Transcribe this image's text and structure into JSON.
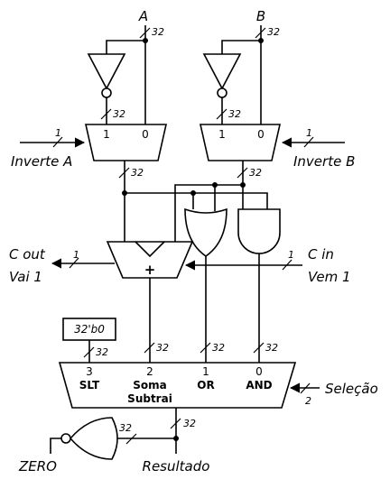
{
  "inputs": {
    "a": "A",
    "b": "B",
    "c_in": "C in",
    "vem_1": "Vem 1"
  },
  "controls": {
    "inverte_a": "Inverte A",
    "inverte_b": "Inverte B",
    "selecao": "Seleção"
  },
  "outputs": {
    "c_out": "C out",
    "vai_1": "Vai 1",
    "zero": "ZERO",
    "resultado": "Resultado"
  },
  "constant": {
    "label": "32'b0"
  },
  "adder": {
    "symbol": "+"
  },
  "mux_a": {
    "in1": "1",
    "in0": "0"
  },
  "mux_b": {
    "in1": "1",
    "in0": "0"
  },
  "result_mux": {
    "indices": [
      "3",
      "2",
      "1",
      "0"
    ],
    "ops": [
      "SLT",
      "Soma",
      "Subtrai",
      "OR",
      "AND"
    ]
  },
  "widths": {
    "w32": "32",
    "w1": "1",
    "w2": "2"
  }
}
